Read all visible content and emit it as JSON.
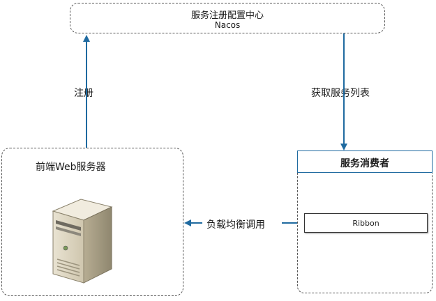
{
  "registry": {
    "title": "服务注册配置中心",
    "subtitle": "Nacos"
  },
  "frontend": {
    "title": "前端Web服务器",
    "icon": "server-tower-icon"
  },
  "consumer": {
    "title": "服务消费者",
    "component": "Ribbon"
  },
  "edges": {
    "register": "注册",
    "fetch_list": "获取服务列表",
    "load_balance": "负载均衡调用"
  },
  "colors": {
    "arrow": "#1f6aa0",
    "border": "#555555"
  }
}
